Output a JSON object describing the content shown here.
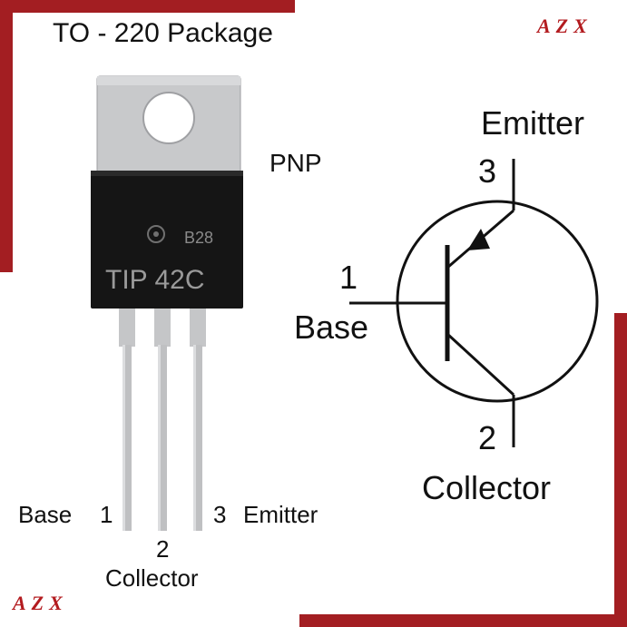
{
  "title": "TO - 220 Package",
  "brand_top": "AZX",
  "brand_bottom": "AZX",
  "type": "PNP",
  "chip": {
    "marking": "B28",
    "part": "TIP 42C"
  },
  "package_pins": {
    "base_label": "Base",
    "base_num": "1",
    "collector_num": "2",
    "collector_label": "Collector",
    "emitter_num": "3",
    "emitter_label": "Emitter"
  },
  "symbol": {
    "emitter_label": "Emitter",
    "emitter_num": "3",
    "base_num": "1",
    "base_label": "Base",
    "collector_num": "2",
    "collector_label": "Collector"
  },
  "colors": {
    "frame": "#a31e22",
    "tab": "#c8c9cb",
    "body": "#151515",
    "lead": "#bfc0c2"
  }
}
